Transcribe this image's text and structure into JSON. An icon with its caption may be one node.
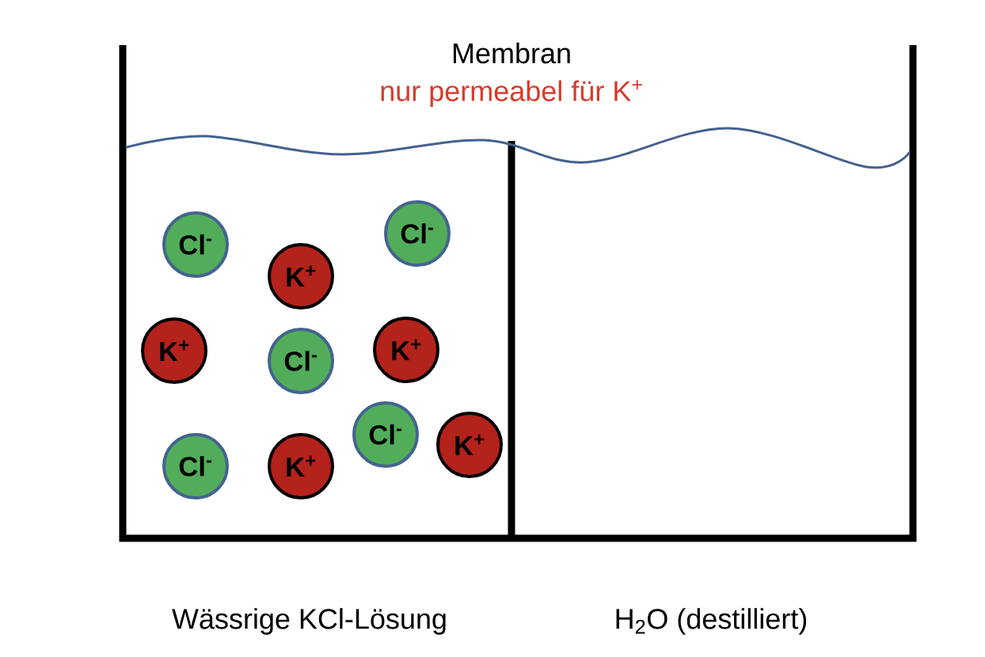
{
  "diagram": {
    "nodes": [
      {
        "text": [
          "Cl$^{-}$"
        ]
      },
      {
        "text": [
          "K$^{+}$"
        ]
      },
      {
        "text": [
          "Cl$^{-}$"
        ]
      },
      {
        "text": [
          "K$^{+}$"
        ]
      },
      {
        "text": [
          "Cl$^{-}$"
        ]
      },
      {
        "text": [
          "K$^{+}$"
        ]
      },
      {
        "text": [
          "Cl$^{-}$"
        ]
      },
      {
        "text": [
          "K$^{+}$"
        ]
      },
      {
        "text": [
          "Cl$^{-}$"
        ]
      },
      {
        "text": [
          "K$^{+}$"
        ]
      }
    ],
    "labels": [
      "Membran",
      "nur permeabel für K$^{+}$",
      "Wässrige KCl-Lösung",
      "H$_{2}$O (destilliert)"
    ]
  }
}
